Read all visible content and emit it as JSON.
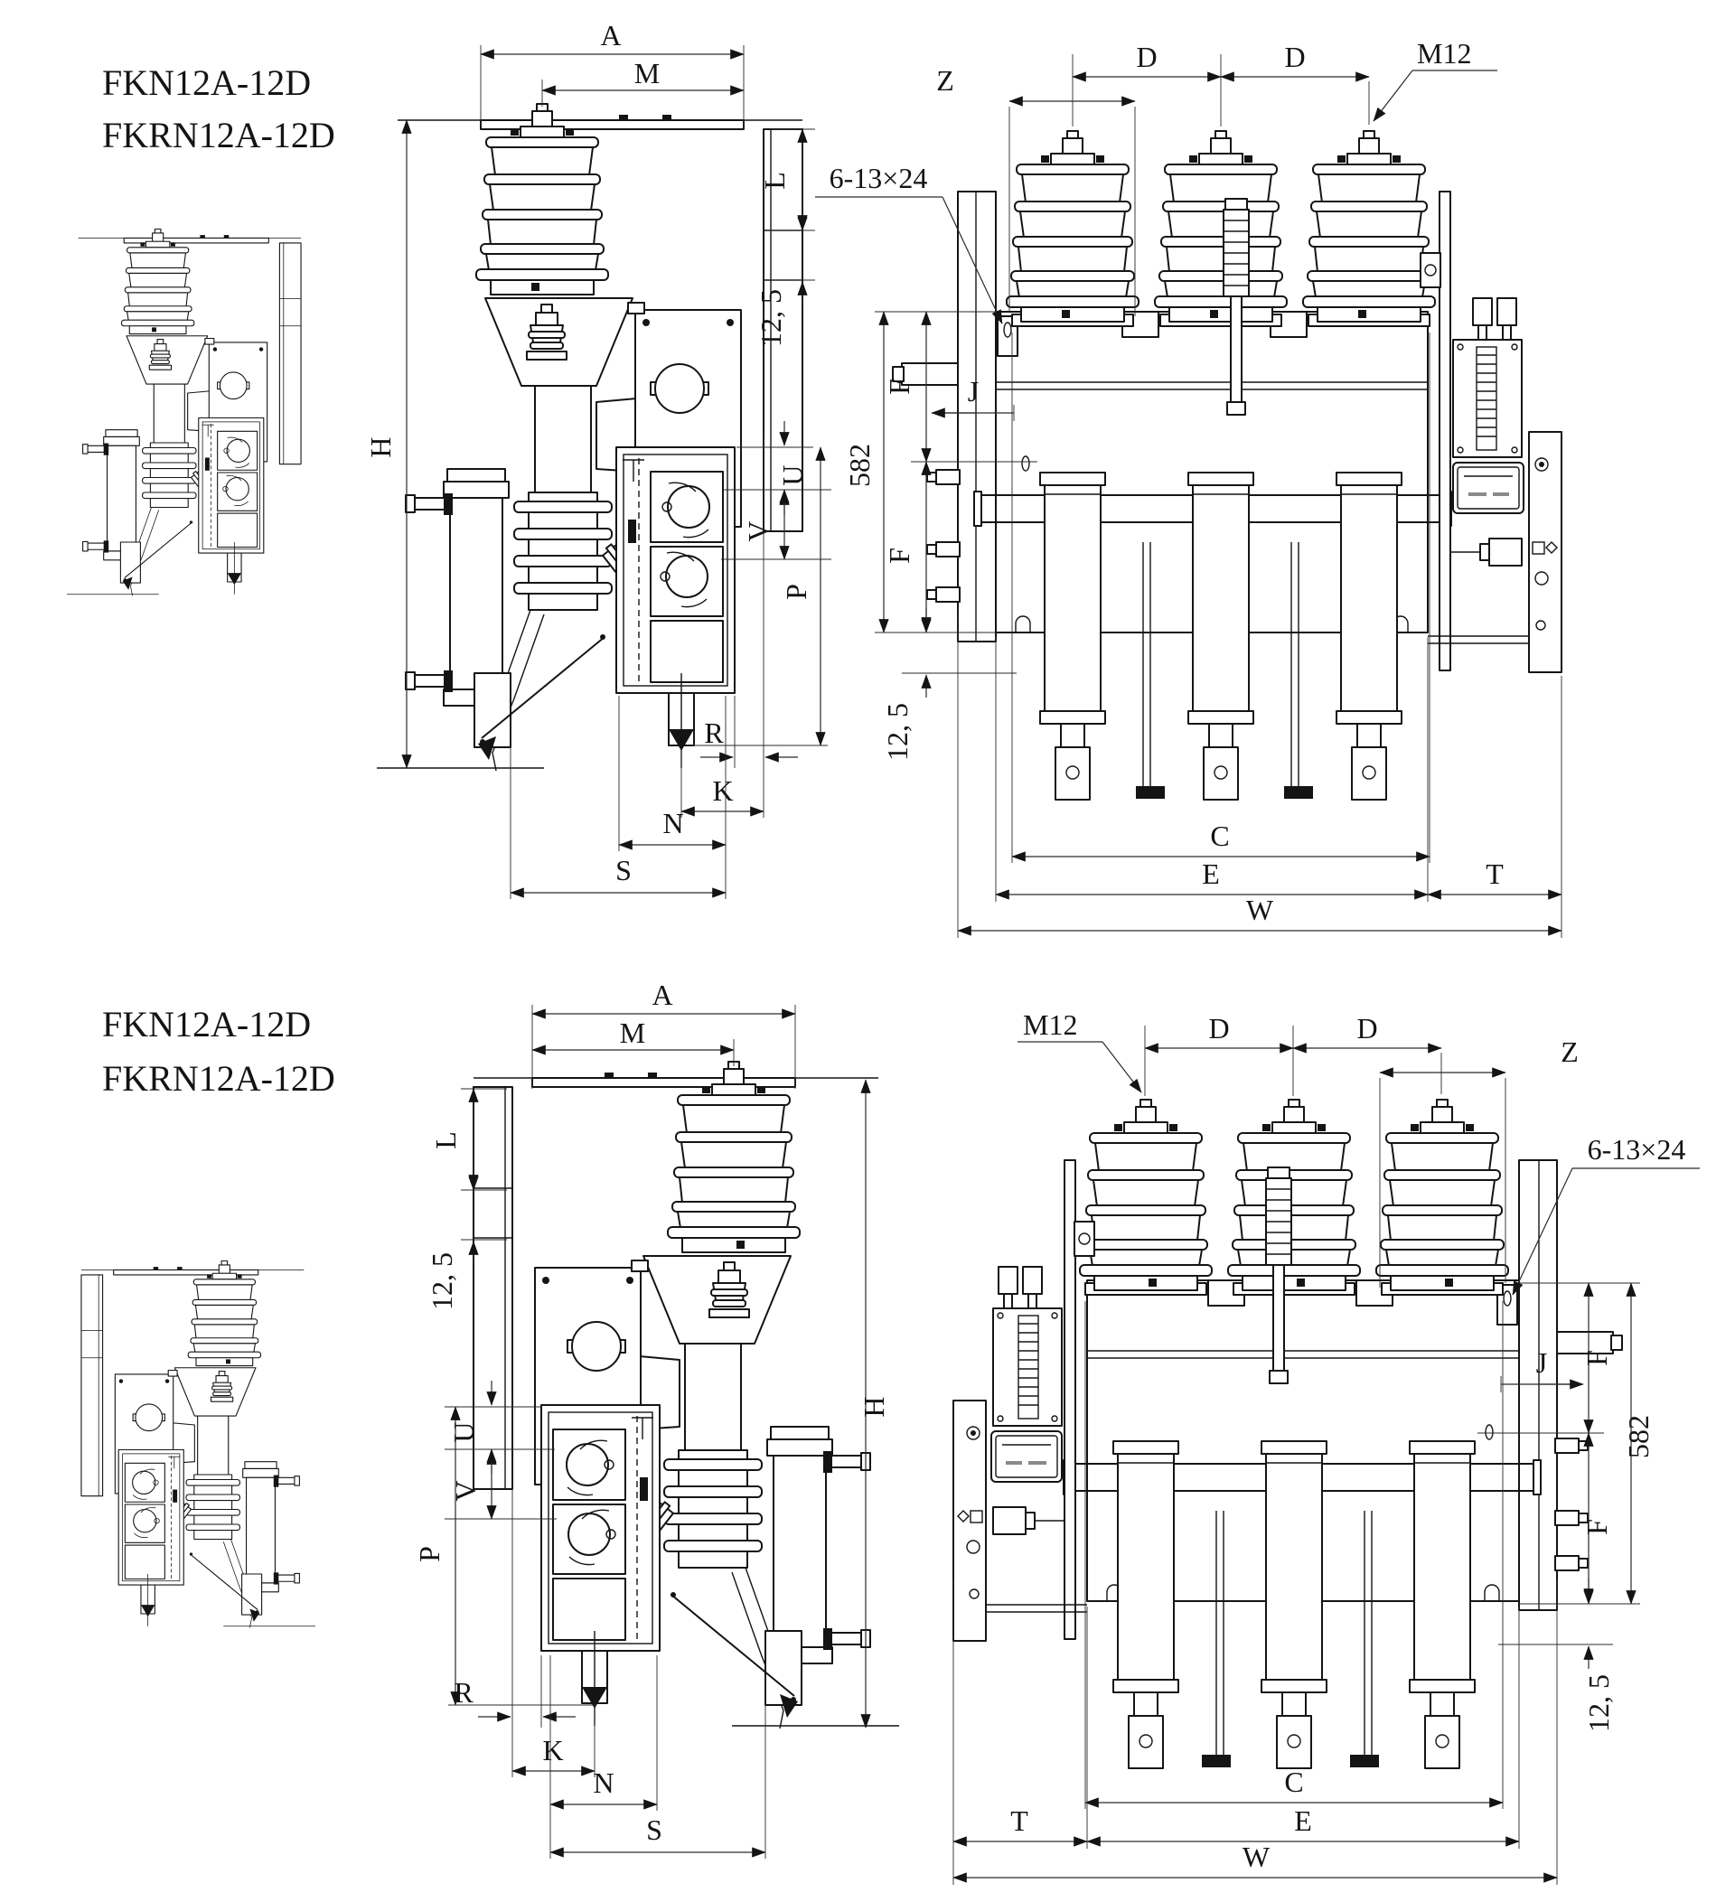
{
  "models": [
    "FKN12A-12D",
    "FKRN12A-12D"
  ],
  "dim_labels": {
    "A": "A",
    "M": "M",
    "H": "H",
    "L": "L",
    "offset_12_5": "12, 5",
    "U": "U",
    "V": "V",
    "P": "P",
    "R": "R",
    "K": "K",
    "N": "N",
    "S": "S",
    "Z": "Z",
    "D": "D",
    "thread": "M12",
    "slot_spec": "6-13×24",
    "F": "F",
    "J": "J",
    "panel_height": "582",
    "C": "C",
    "E": "E",
    "T": "T",
    "W": "W"
  }
}
